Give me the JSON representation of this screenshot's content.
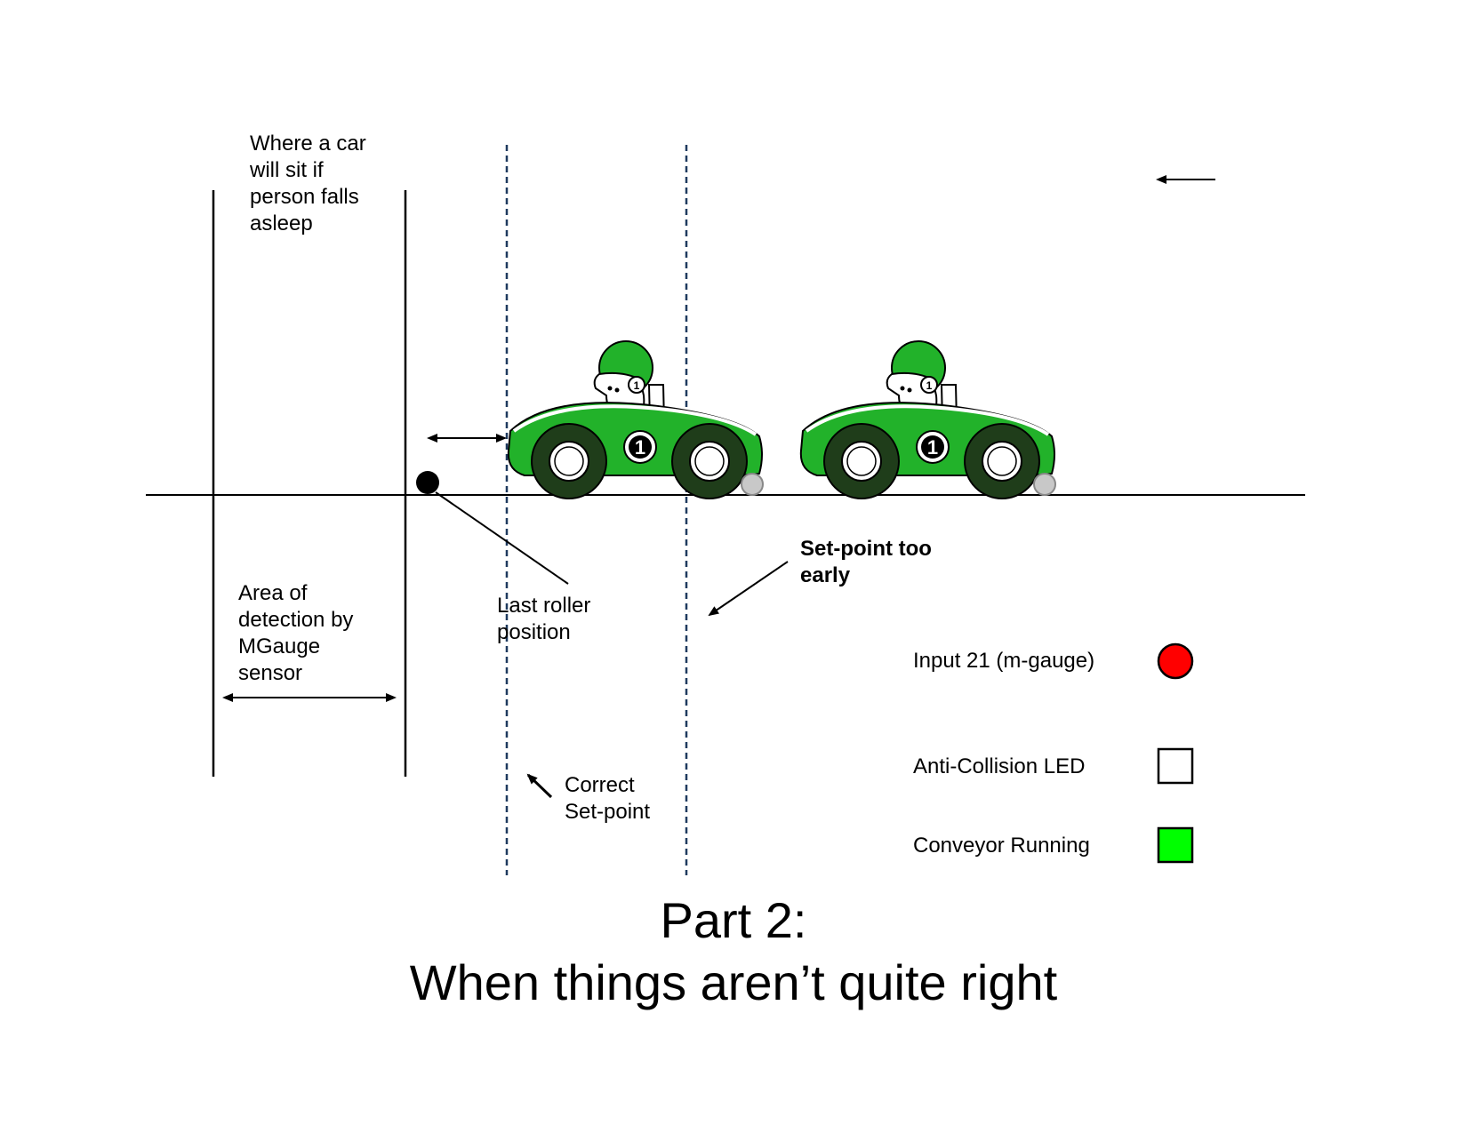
{
  "labels": {
    "sleep_area": "Where a car\nwill sit if\nperson falls\nasleep",
    "detection_area": "Area of\ndetection by\nMGauge\nsensor",
    "last_roller": "Last roller\nposition",
    "setpoint_early": "Set-point too\nearly",
    "correct_setpoint": "Correct\nSet-point"
  },
  "legend": [
    {
      "label": "Input 21 (m-gauge)",
      "shape": "circle",
      "color": "#ff0000"
    },
    {
      "label": "Anti-Collision LED",
      "shape": "square",
      "color": "#ffffff"
    },
    {
      "label": "Conveyor Running",
      "shape": "square",
      "color": "#00ff00"
    }
  ],
  "title": {
    "line1": "Part 2:",
    "line2": "When things aren’t quite right"
  },
  "cars": [
    {
      "number": "1",
      "body_color": "#22b22a"
    },
    {
      "number": "1",
      "body_color": "#22b22a"
    }
  ],
  "colors": {
    "setpoint_line": "#1f3a5f",
    "roller": "#000000",
    "car_wheel_tire": "#1f3d1a",
    "stopper": "#c8c8c8"
  }
}
